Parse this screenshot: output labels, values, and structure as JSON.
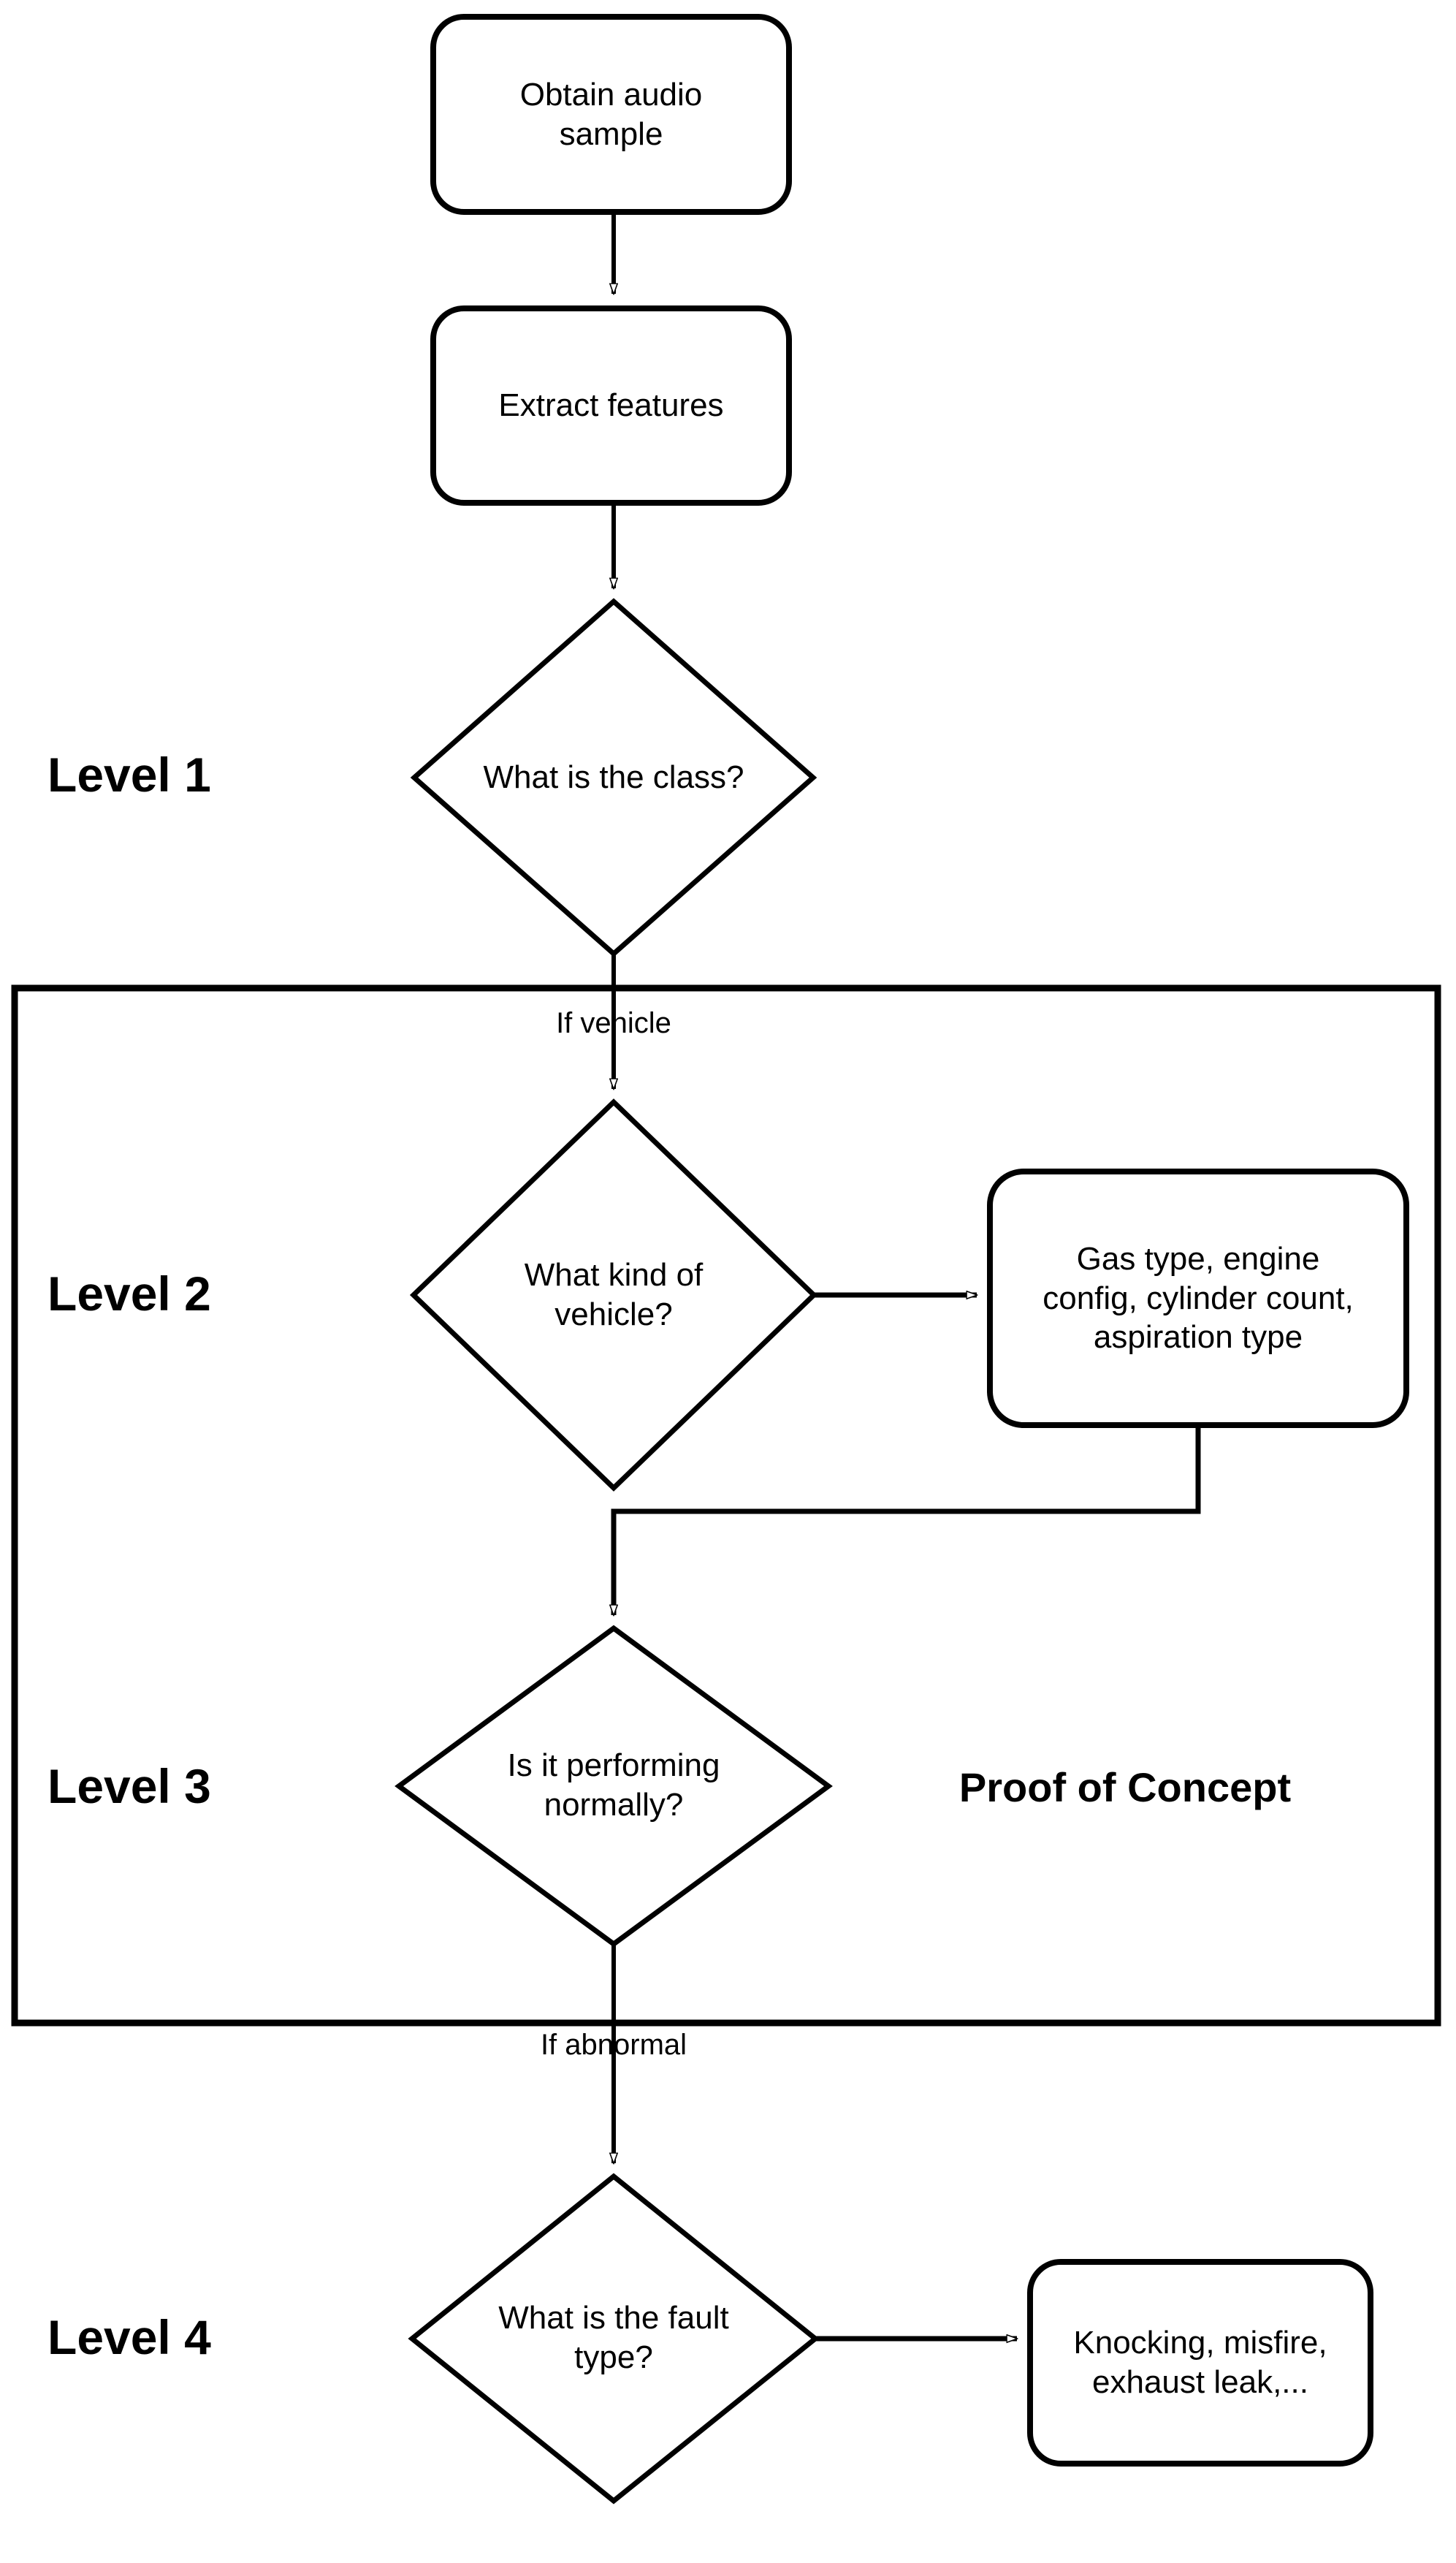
{
  "diagram": {
    "title_visible": false,
    "background_color": "#ffffff",
    "stroke_color": "#000000",
    "text_color": "#000000"
  },
  "nodes": {
    "obtain_audio": {
      "text": "Obtain audio\nsample",
      "shape": "rounded-rect"
    },
    "extract_features": {
      "text": "Extract features",
      "shape": "rounded-rect"
    },
    "class_question": {
      "text": "What is the class?",
      "shape": "diamond"
    },
    "vehicle_kind_question": {
      "text": "What kind of\nvehicle?",
      "shape": "diamond"
    },
    "vehicle_attributes": {
      "text": "Gas type, engine\nconfig, cylinder count,\naspiration type",
      "shape": "rounded-rect"
    },
    "performing_question": {
      "text": "Is it performing\nnormally?",
      "shape": "diamond"
    },
    "fault_type_question": {
      "text": "What is the fault\ntype?",
      "shape": "diamond"
    },
    "fault_examples": {
      "text": "Knocking, misfire,\nexhaust leak,...",
      "shape": "rounded-rect"
    }
  },
  "edge_labels": {
    "if_vehicle": "If vehicle",
    "if_abnormal": "If abnormal"
  },
  "levels": [
    {
      "label": "Level 1"
    },
    {
      "label": "Level 2"
    },
    {
      "label": "Level 3"
    },
    {
      "label": "Level 4"
    }
  ],
  "groups": {
    "proof_of_concept": {
      "label": "Proof of Concept"
    }
  }
}
